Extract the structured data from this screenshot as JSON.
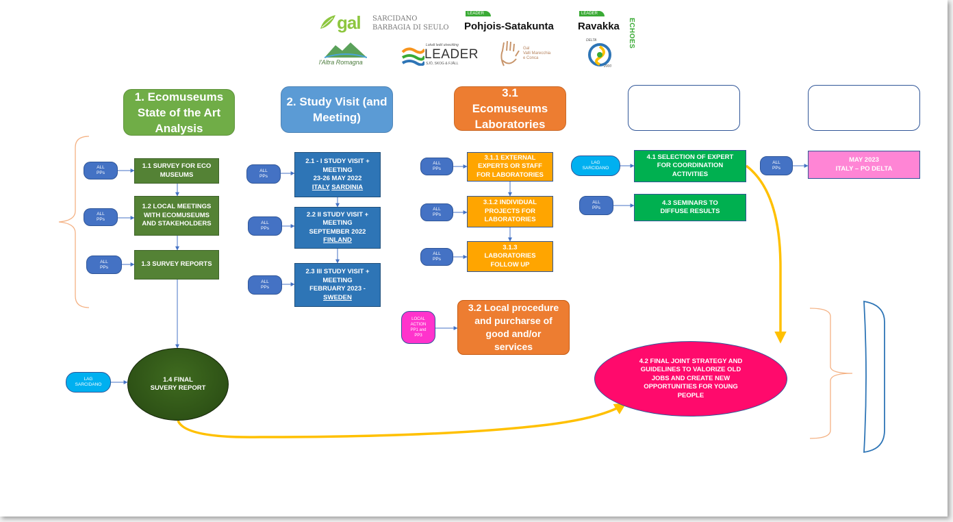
{
  "logos": {
    "gal_sarcidano": {
      "line1": "SARCIDANO",
      "line2": "BARBAGIA DI SEULO",
      "mark": "gal"
    },
    "pohjois": {
      "tag": "LEADER",
      "name": "Pohjois-Satakunta"
    },
    "ravakka": {
      "tag": "LEADER",
      "name": "Ravakka"
    },
    "echoes": "ECHOES",
    "altra_romagna": "l'Altra Romagna",
    "leader_sweden": {
      "small": "Lokalt ledd utveckling",
      "name": "LEADER",
      "sub": "SJÖ, SKOG & FJÄLL"
    },
    "gal_valli": {
      "line1": "Gal",
      "line2": "Valli Marecchia",
      "line3": "e Conca"
    },
    "delta": {
      "top": "DELTA",
      "bottom": "2000"
    }
  },
  "headers": {
    "h1": "1. Ecomuseums State of the Art Analysis",
    "h2": "2. Study Visit (and Meeting)",
    "h3": "3.1 Ecomuseums Laboratories",
    "h4": "",
    "h5": ""
  },
  "col1": {
    "b11": "1.1 SURVEY FOR ECO MUSEUMS",
    "b12": "1.2 LOCAL MEETINGS WITH ECOMUSEUMS AND STAKEHOLDERS",
    "b13": "1.3 SURVEY REPORTS",
    "b14_l1": "1.4 FINAL",
    "b14_l2": "SUVERY REPORT"
  },
  "col2": {
    "b21_l1": "2.1 - I STUDY VISIT + MEETING",
    "b21_l2": "23-26 MAY 2022",
    "b21_l3a": "ITALY",
    "b21_l3b": "SARDINIA",
    "b22_l1": "2.2 II STUDY VISIT + MEETING",
    "b22_l2": "SEPTEMBER 2022",
    "b22_l3": "FINLAND",
    "b23_l1": "2.3 III STUDY VISIT + MEETING",
    "b23_l2": "FEBRUARY 2023 -",
    "b23_l3": "SWEDEN"
  },
  "col3": {
    "b311": "3.1.1 EXTERNAL EXPERTS OR STAFF FOR LABORATORIES",
    "b312": "3.1.2 INDIVIDUAL PROJECTS FOR LABORATORIES",
    "b313": "3.1.3 LABORATORIES FOLLOW UP",
    "b32": "3.2 Local procedure and purcharse of good and/or services"
  },
  "col4": {
    "b41": "4.1 SELECTION OF EXPERT FOR COORDINATION ACTIVITIES",
    "b43": "4.3 SEMINARS TO DIFFUSE RESULTS",
    "b42": "4.2 FINAL JOINT STRATEGY AND GUIDELINES TO VALORIZE OLD JOBS AND CREATE NEW OPPORTUNITIES FOR YOUNG PEOPLE"
  },
  "col5": {
    "l1": "MAY 2023",
    "l2": "ITALY – PO DELTA"
  },
  "pills": {
    "all_pps": "ALL PPs",
    "lag_sarcidano": "LAG SARCIDANO",
    "local_action": "LOCAL ACTION PP1 and PP3"
  },
  "colors": {
    "green_header": "#70ad47",
    "blue_header": "#5b9bd5",
    "orange_header": "#ed7d31",
    "dark_green": "#548235",
    "blue_box": "#2e75b6",
    "orange_box": "#ffa500",
    "green_box": "#00b050",
    "pink_box": "#ff85d5",
    "magenta_ellipse": "#ff0a6c",
    "pill_blue": "#4472c4",
    "pill_cyan": "#00b0f0",
    "pill_magenta": "#ff33cc",
    "yellow_arrow": "#ffc000",
    "bracket_orange": "#f4b183"
  }
}
